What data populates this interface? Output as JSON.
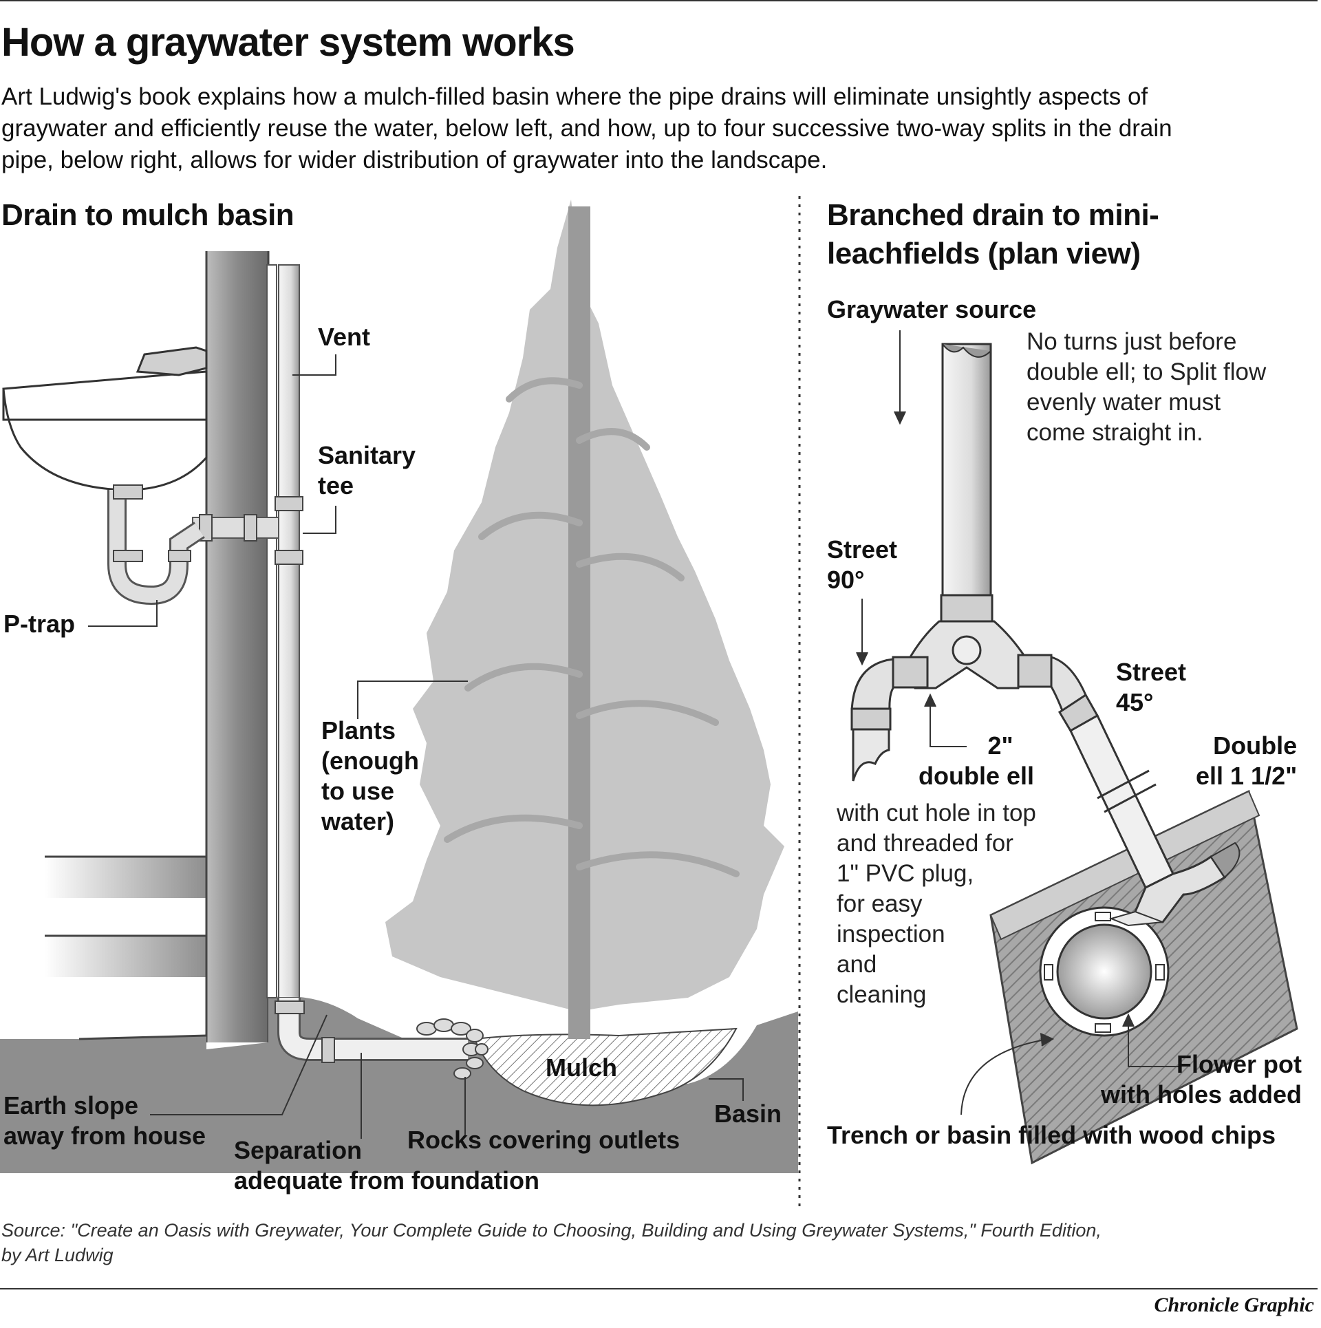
{
  "title": "How a graywater system works",
  "intro_lines": [
    "Art Ludwig's book explains how a mulch-filled basin where the pipe drains will eliminate unsightly aspects of",
    "graywater and efficiently reuse the water, below left, and how, up to four successive two-way splits in the drain",
    "pipe, below right, allows for wider distribution of graywater into the landscape."
  ],
  "left_panel": {
    "heading": "Drain to mulch basin",
    "labels": {
      "vent": "Vent",
      "sanitary_tee": [
        "Sanitary",
        "tee"
      ],
      "p_trap": "P-trap",
      "plants": [
        "Plants",
        "(enough",
        "to use",
        "water)"
      ],
      "mulch": "Mulch",
      "basin": "Basin",
      "earth_slope": [
        "Earth slope",
        "away from house"
      ],
      "separation": [
        "Separation",
        "adequate from foundation"
      ],
      "rocks": "Rocks covering outlets"
    }
  },
  "right_panel": {
    "heading": [
      "Branched drain to mini-",
      "leachfields (plan view)"
    ],
    "labels": {
      "graywater_source": "Graywater source",
      "no_turns": [
        "No turns just before",
        "double ell; to Split flow",
        "evenly water must",
        "come straight in."
      ],
      "street_90": [
        "Street",
        "90°"
      ],
      "street_45": [
        "Street",
        "45°"
      ],
      "double_ell_2": [
        "2\"",
        "double ell"
      ],
      "cut_hole": [
        "with cut hole in top",
        "and threaded for",
        "1\" PVC plug,",
        "for easy",
        "inspection",
        "and",
        "cleaning"
      ],
      "double_ell_1_5": [
        "Double",
        "ell 1 1/2\""
      ],
      "flower_pot": [
        "Flower pot",
        "with holes added"
      ],
      "trench": "Trench or basin filled with wood chips"
    }
  },
  "source_lines": [
    "Source: \"Create an Oasis with Greywater, Your Complete Guide to Choosing, Building and Using Greywater Systems,\" Fourth Edition,",
    "by Art Ludwig"
  ],
  "credit": "Chronicle Graphic",
  "colors": {
    "wall_dark": "#8c8c8c",
    "tree_gray": "#c4c4c4",
    "ground_gray": "#9a9a9a",
    "pipe_light": "#e6e6e6"
  }
}
